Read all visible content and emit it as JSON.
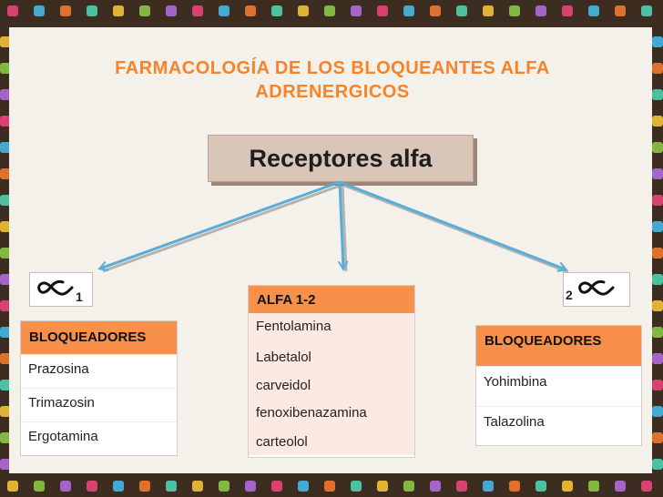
{
  "title": {
    "line1": "FARMACOLOGÍA DE LOS  BLOQUEANTES  ALFA",
    "line2": "ADRENERGICOS"
  },
  "root": {
    "label": "Receptores alfa"
  },
  "alpha1": {
    "subscript": "1",
    "header": "BLOQUEADORES",
    "items": [
      "Prazosina",
      "Trimazosin",
      "Ergotamina"
    ]
  },
  "alpha12": {
    "header": "ALFA 1-2",
    "items": [
      "Fentolamina",
      "Labetalol",
      "carveidol",
      "fenoxibenazamina",
      "carteolol"
    ]
  },
  "alpha2": {
    "subscript": "2",
    "header": "BLOQUEADORES",
    "items": [
      "Yohimbina",
      "Talazolina"
    ]
  },
  "colors": {
    "title": "#f5832a",
    "header_fill": "#f7904a",
    "arrow": "#5aaed6"
  }
}
